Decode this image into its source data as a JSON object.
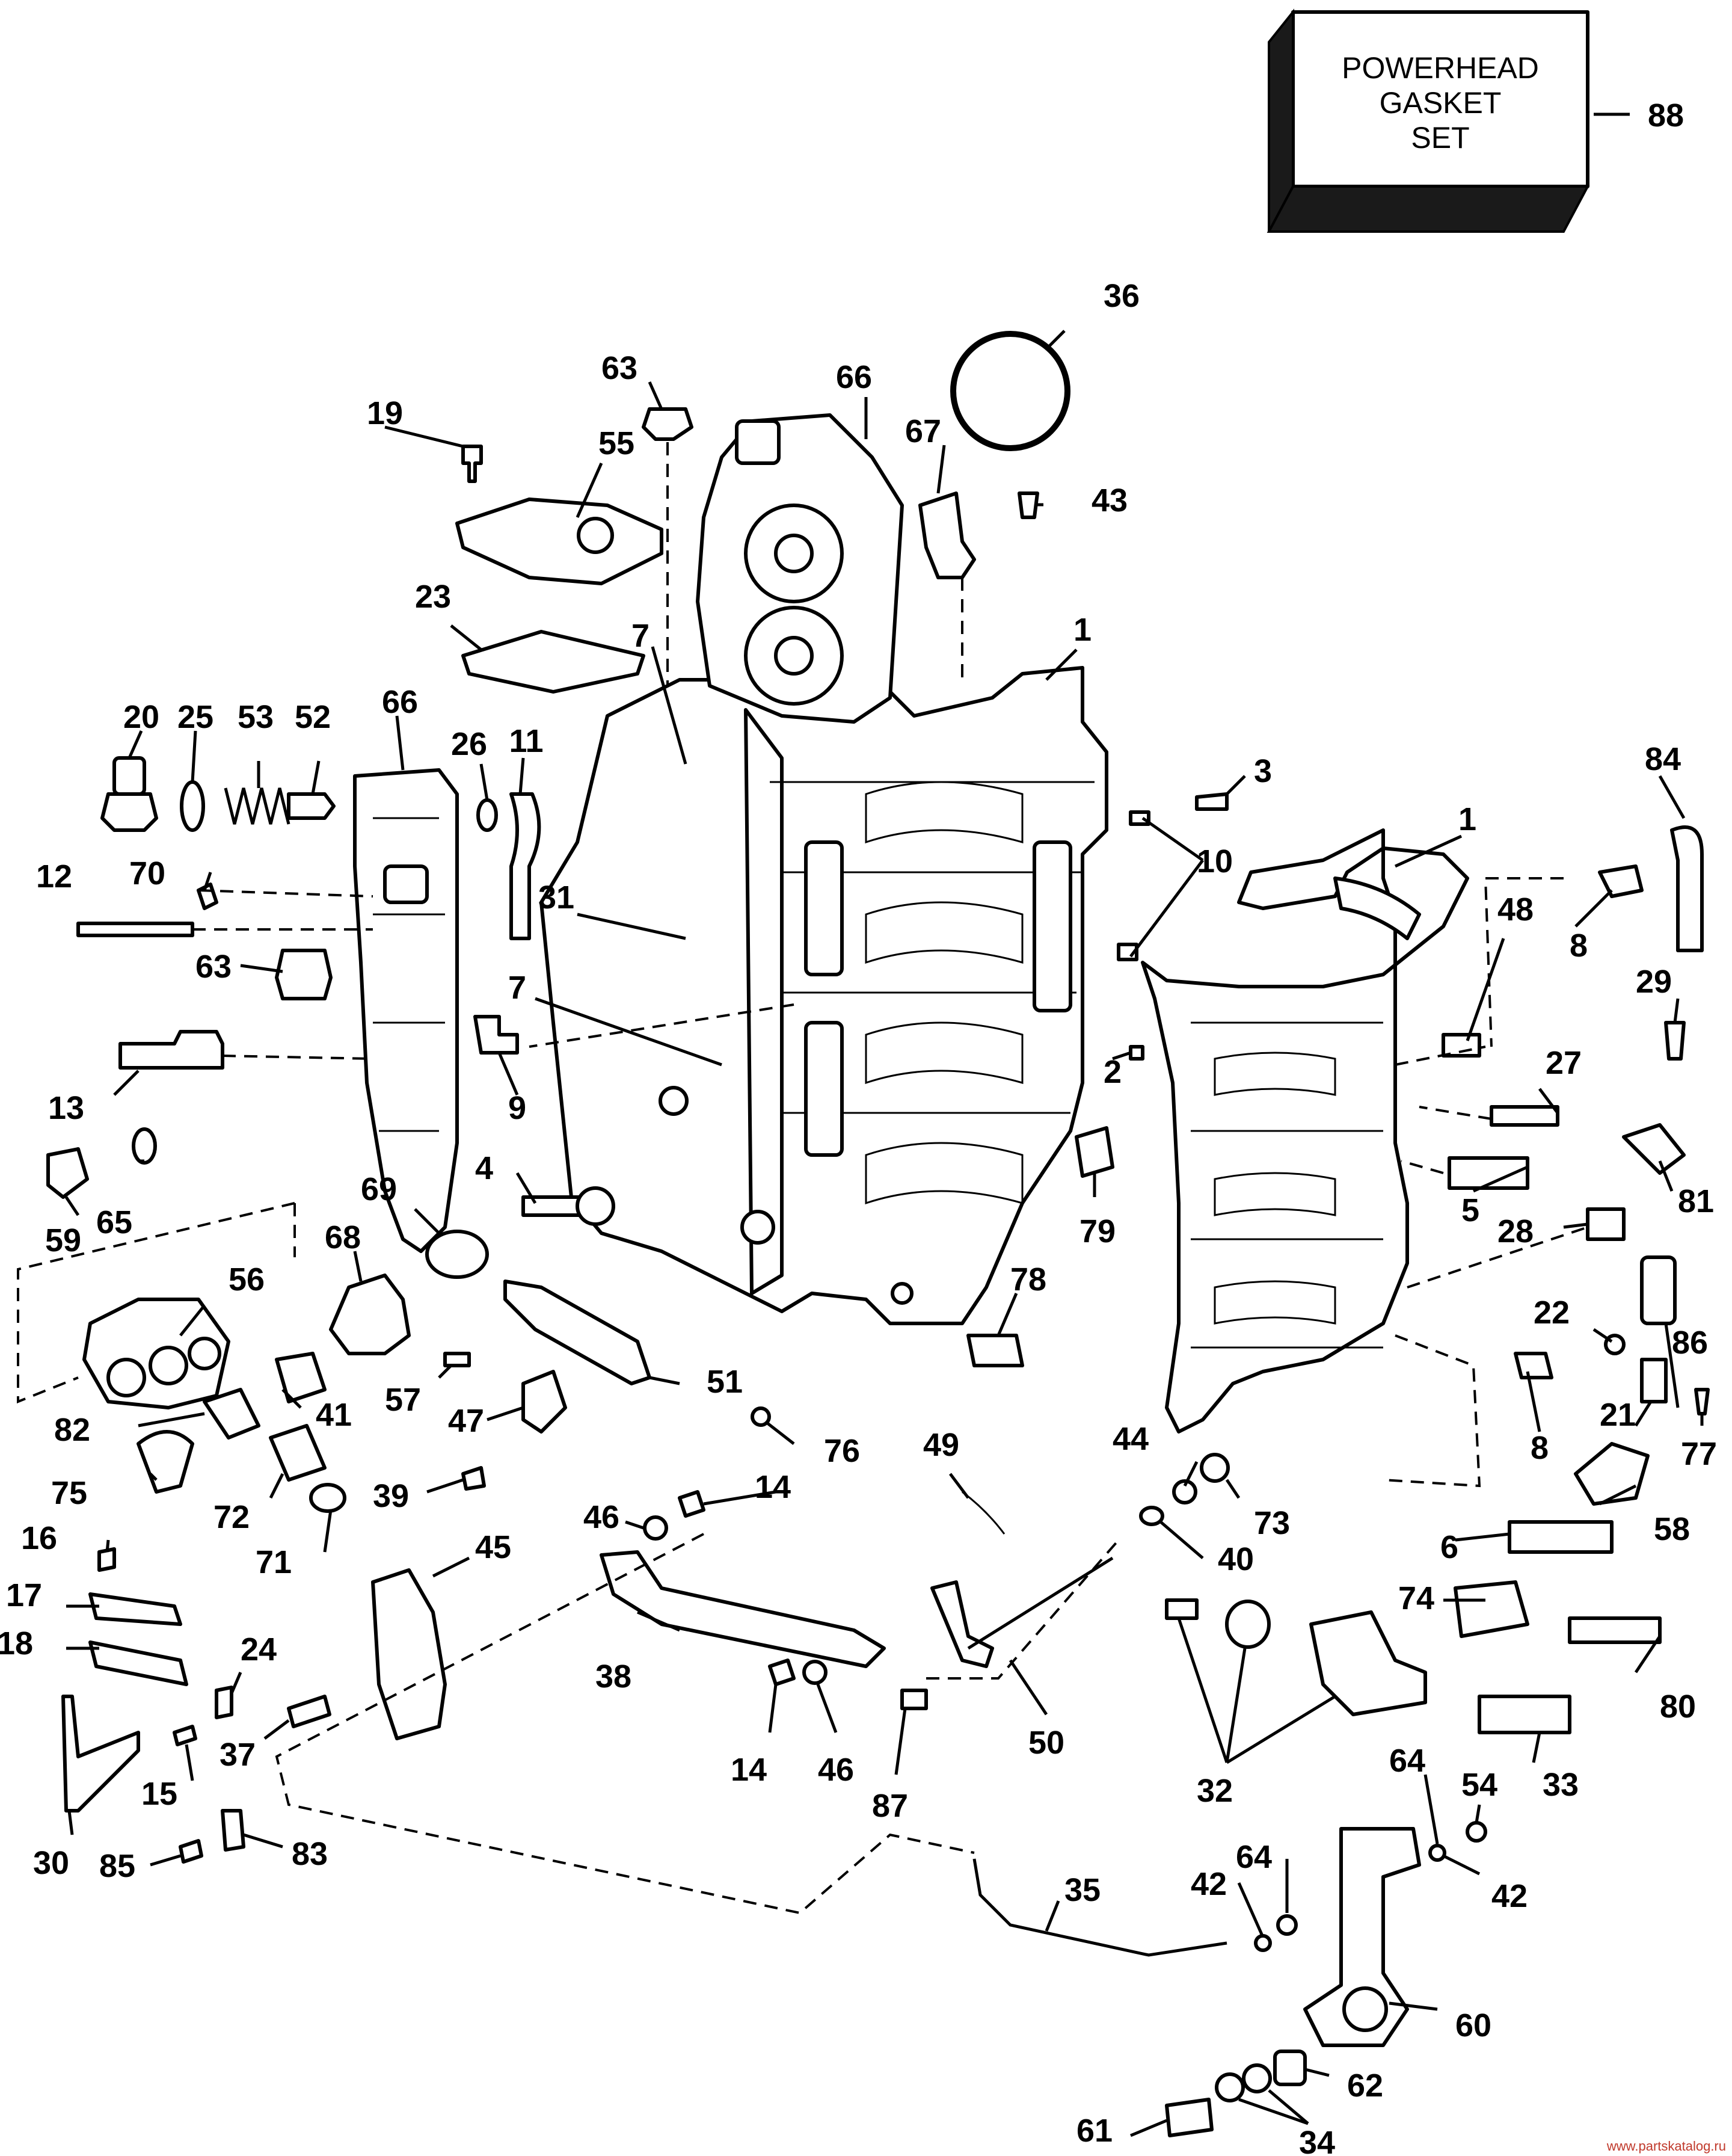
{
  "kit_box": {
    "lines": [
      "POWERHEAD",
      "GASKET",
      "SET"
    ],
    "number": "88"
  },
  "callouts": [
    "1",
    "1",
    "2",
    "3",
    "4",
    "5",
    "6",
    "7",
    "7",
    "8",
    "8",
    "9",
    "10",
    "11",
    "12",
    "13",
    "14",
    "14",
    "15",
    "16",
    "17",
    "18",
    "19",
    "20",
    "21",
    "22",
    "23",
    "24",
    "25",
    "26",
    "27",
    "28",
    "29",
    "30",
    "31",
    "32",
    "33",
    "34",
    "35",
    "36",
    "37",
    "38",
    "39",
    "40",
    "41",
    "42",
    "42",
    "43",
    "44",
    "45",
    "46",
    "46",
    "47",
    "48",
    "49",
    "50",
    "51",
    "52",
    "53",
    "54",
    "55",
    "56",
    "57",
    "58",
    "59",
    "60",
    "61",
    "62",
    "63",
    "63",
    "64",
    "64",
    "65",
    "66",
    "66",
    "67",
    "68",
    "69",
    "70",
    "71",
    "72",
    "73",
    "74",
    "75",
    "76",
    "77",
    "78",
    "79",
    "80",
    "81",
    "82",
    "83",
    "84",
    "85",
    "86",
    "87"
  ],
  "watermark": "www.partskatalog.ru"
}
